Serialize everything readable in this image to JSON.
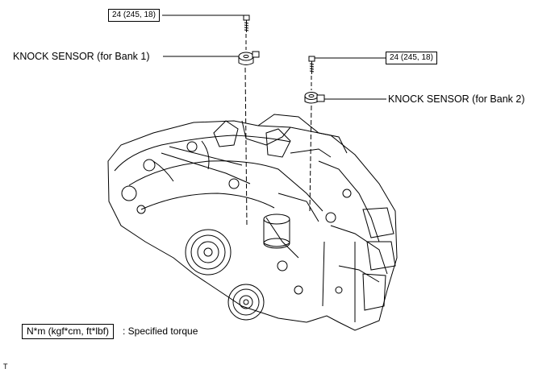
{
  "callouts": {
    "torque_bank1": "24 (245, 18)",
    "torque_bank2": "24 (245, 18)",
    "sensor_bank1": "KNOCK SENSOR (for Bank 1)",
    "sensor_bank2": "KNOCK SENSOR (for Bank 2)"
  },
  "legend": {
    "unit_box": "N*m (kgf*cm, ft*lbf)",
    "description": ": Specified torque"
  },
  "corner_mark": "T"
}
